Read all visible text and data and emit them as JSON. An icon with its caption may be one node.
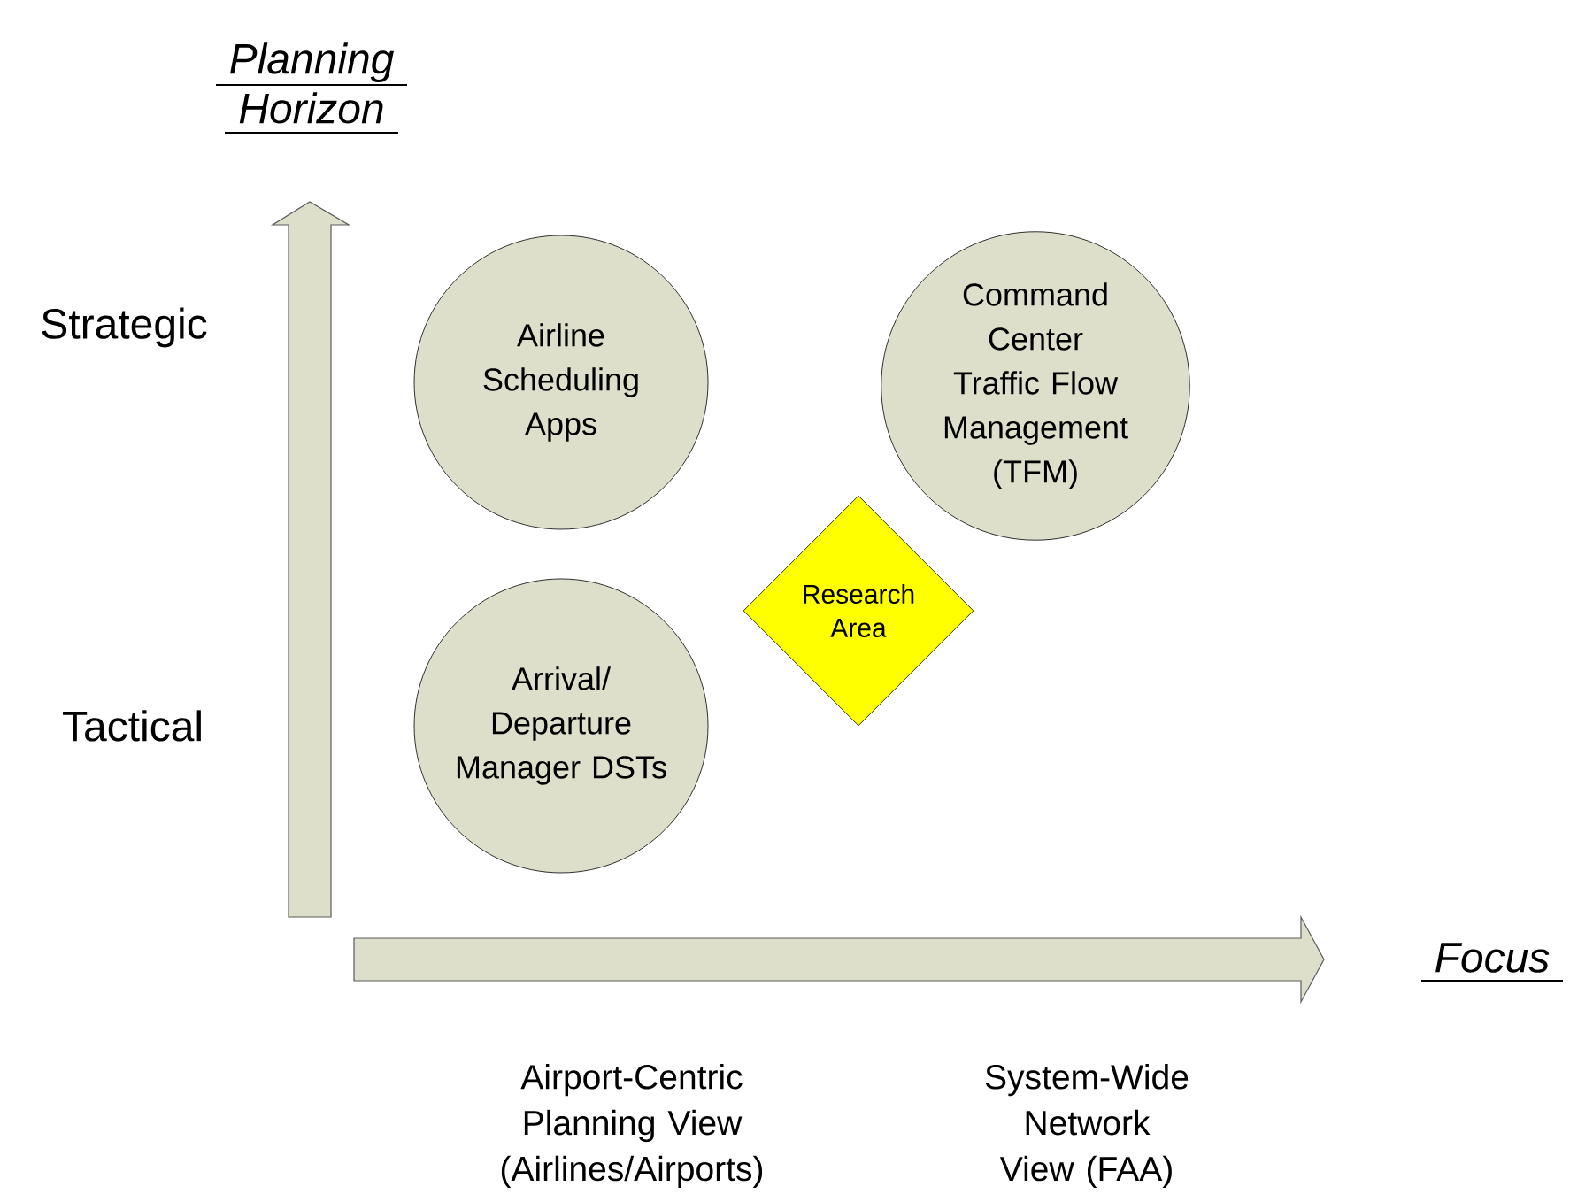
{
  "diagram": {
    "nodes": [
      {
        "text": [
          "Airline Scheduling Apps"
        ]
      },
      {
        "text": [
          "Command Center Traffic Flow Management (TFM)"
        ]
      },
      {
        "text": [
          "Research Area"
        ]
      },
      {
        "text": [
          "Arrival/ Departure Manager DSTs"
        ]
      }
    ],
    "labels": [
      "Planning Horizon",
      "Strategic",
      "Tactical",
      "Focus",
      "Airport-Centric Planning View (Airlines/Airports)",
      "System-Wide Network View (FAA)"
    ]
  }
}
